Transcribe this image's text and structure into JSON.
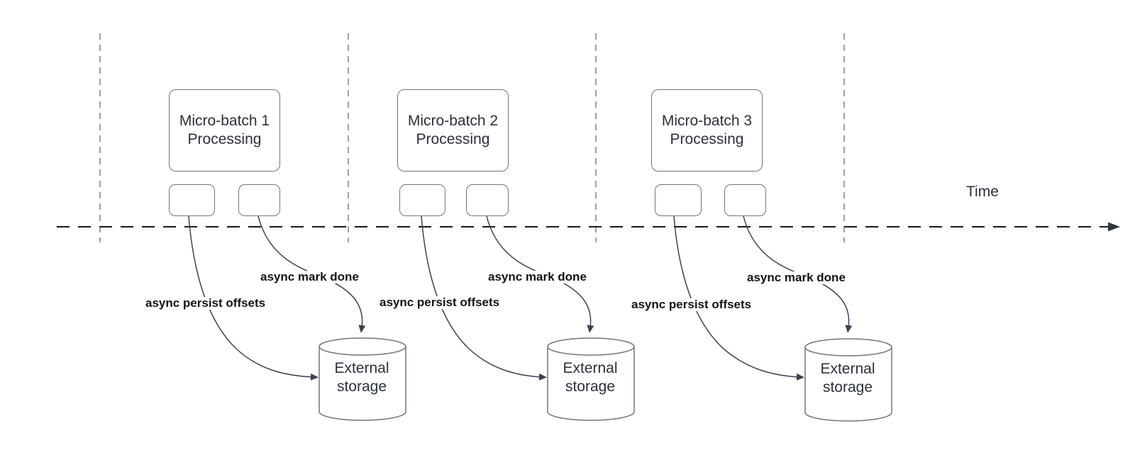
{
  "diagram": {
    "time_axis_label": "Time",
    "batches": [
      {
        "title_lines": [
          "Micro-batch 1",
          "Processing"
        ],
        "persist_label": "async persist offsets",
        "mark_done_label": "async mark done",
        "storage_lines": [
          "External",
          "storage"
        ]
      },
      {
        "title_lines": [
          "Micro-batch 2",
          "Processing"
        ],
        "persist_label": "async persist offsets",
        "mark_done_label": "async mark done",
        "storage_lines": [
          "External",
          "storage"
        ]
      },
      {
        "title_lines": [
          "Micro-batch 3",
          "Processing"
        ],
        "persist_label": "async persist offsets",
        "mark_done_label": "async mark done",
        "storage_lines": [
          "External",
          "storage"
        ]
      }
    ],
    "colors": {
      "shape_border": "#71767e",
      "shape_text": "#2b303c",
      "bold_label_text": "#121418",
      "timeline_stroke": "#16181d",
      "lane_divider_stroke": "#a0a0a0",
      "arrow_stroke": "#3c4250"
    }
  }
}
